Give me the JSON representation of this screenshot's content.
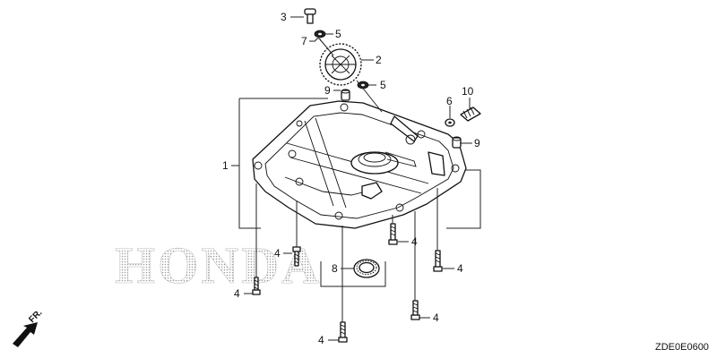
{
  "diagram_code": "ZDE0E0600",
  "watermark_logo": "HONDA",
  "front_indicator": "FR.",
  "callouts": [
    "1",
    "2",
    "3",
    "4",
    "5",
    "6",
    "7",
    "8",
    "9",
    "10"
  ],
  "colors": {
    "line": "#222222",
    "watermark": "#b8b8b8",
    "background": "#ffffff"
  }
}
